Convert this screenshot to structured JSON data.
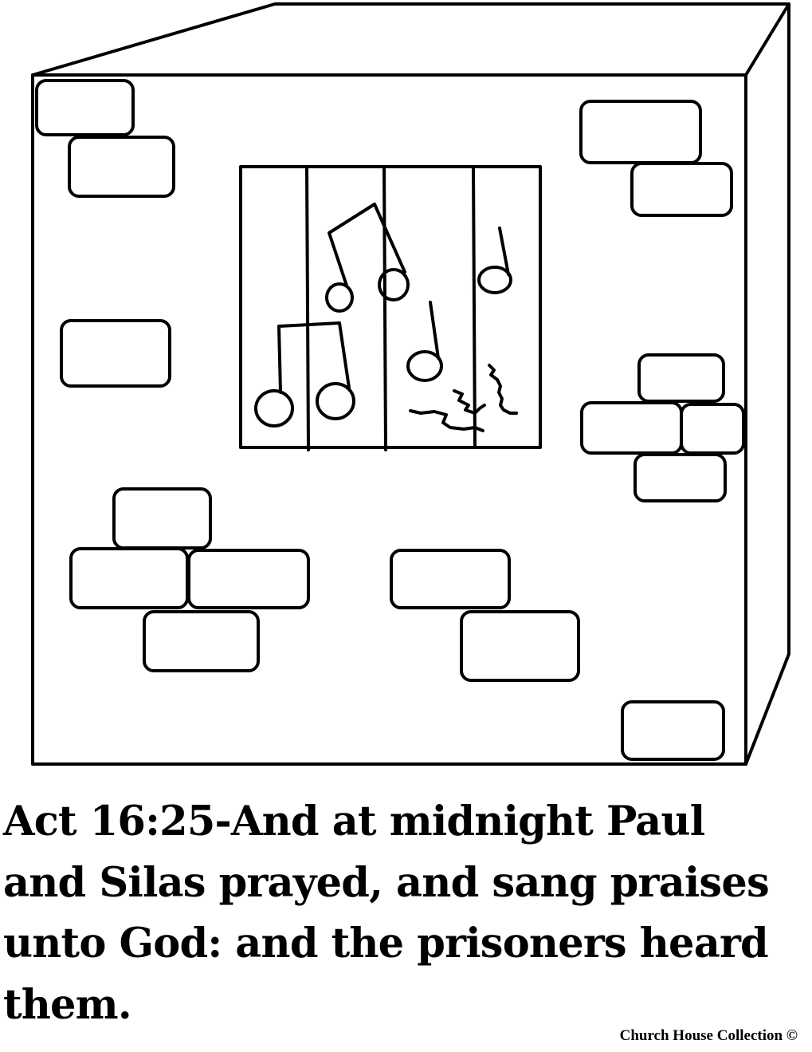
{
  "verse": {
    "lines": [
      "Act 16:25-And at midnight Paul",
      "and Silas prayed, and sang praises",
      "unto God: and the prisoners heard",
      "them."
    ]
  },
  "credit": "Church House Collection ©",
  "colors": {
    "ink": "#000000",
    "paper": "#ffffff"
  }
}
